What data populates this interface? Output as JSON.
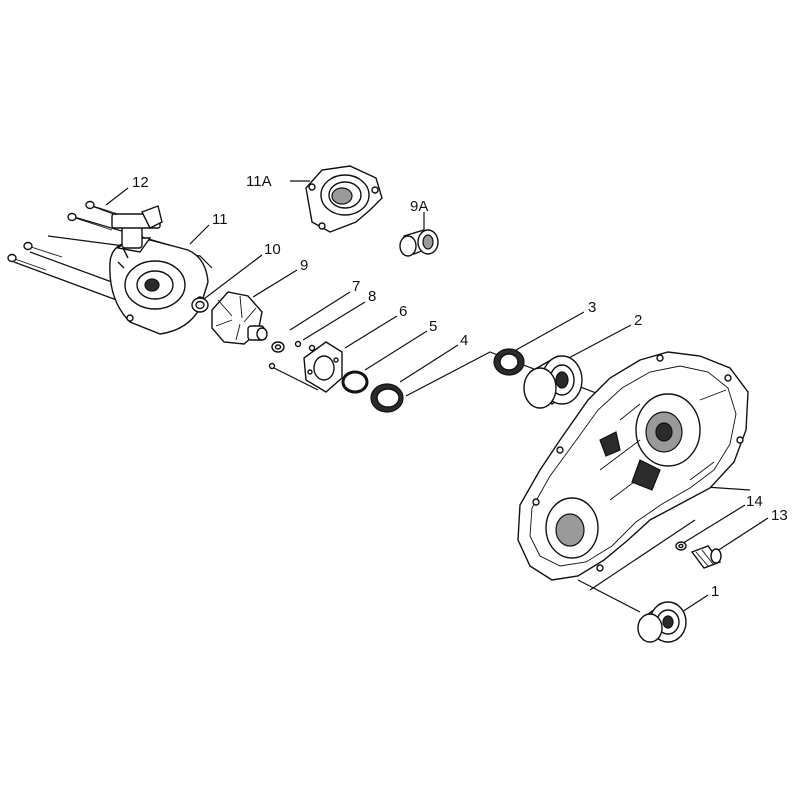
{
  "callouts": {
    "c1": "1",
    "c2": "2",
    "c3": "3",
    "c4": "4",
    "c5": "5",
    "c6": "6",
    "c7": "7",
    "c8": "8",
    "c9": "9",
    "c9a": "9A",
    "c10": "10",
    "c11": "11",
    "c11a": "11A",
    "c12": "12",
    "c13": "13",
    "c14": "14"
  }
}
